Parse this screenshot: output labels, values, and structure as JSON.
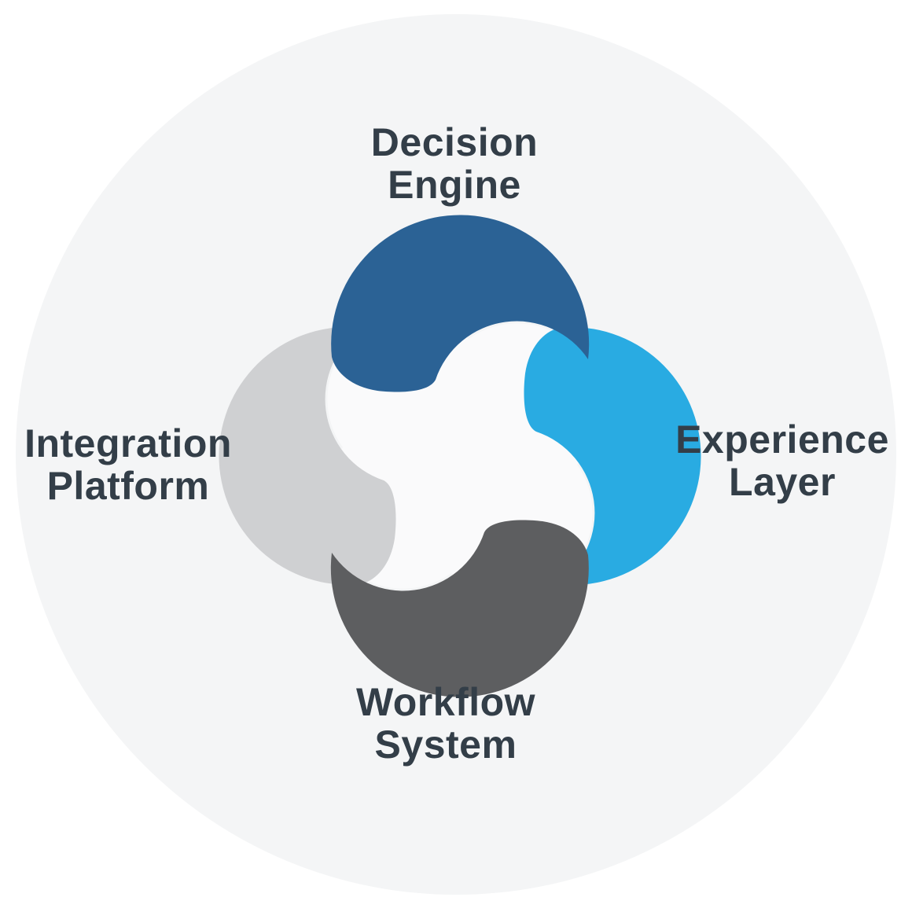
{
  "diagram": {
    "type": "four-petal-swirl-cycle",
    "labels": {
      "top": {
        "line1": "Decision",
        "line2": "Engine"
      },
      "right": {
        "line1": "Experience",
        "line2": "Layer"
      },
      "bottom": {
        "line1": "Workflow",
        "line2": "System"
      },
      "left": {
        "line1": "Integration",
        "line2": "Platform"
      }
    },
    "colors": {
      "page_background": "#ffffff",
      "background_circle": "#f4f5f6",
      "center_blob": "#fafafb",
      "petal_top": "#2b6295",
      "petal_right": "#29abe2",
      "petal_bottom": "#5d5e60",
      "petal_left": "#cfd0d2",
      "label_text": "#333e48"
    }
  }
}
